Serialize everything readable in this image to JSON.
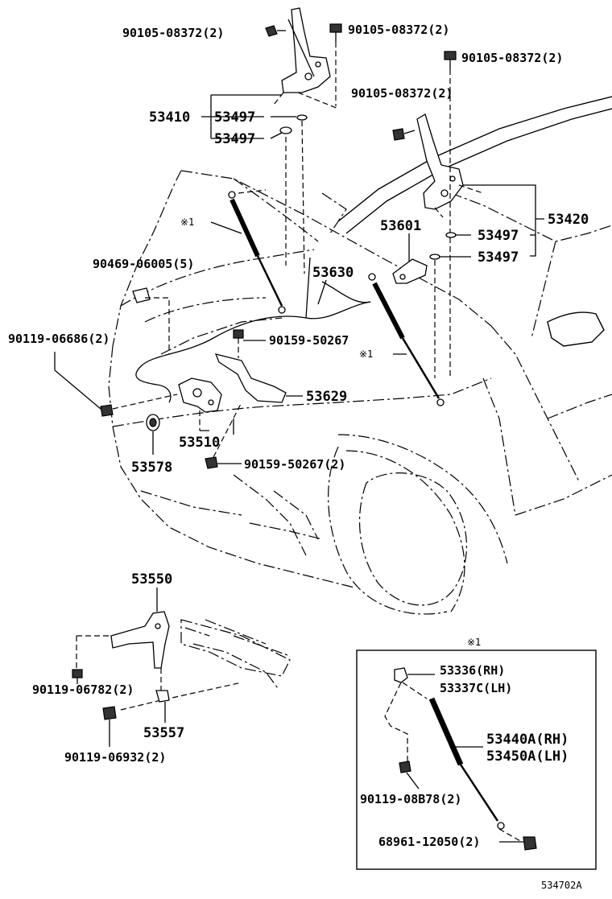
{
  "labels": {
    "bolt_top_left": "90105-08372(2)",
    "bolt_top_mid": "90105-08372(2)",
    "bolt_top_right": "90105-08372(2)",
    "bolt_right_hinge": "90105-08372(2)",
    "hinge_lh": "53410",
    "washer_a": "53497",
    "washer_b": "53497",
    "hinge_rh": "53420",
    "washer_c": "53497",
    "washer_d": "53497",
    "lock_support": "53601",
    "release_cable": "53630",
    "clip": "90469-06005(5)",
    "bolt_left_lock": "90119-06686(2)",
    "screw_lock_upper": "90159-50267",
    "lock_protector": "53629",
    "hood_lock": "53510",
    "cushion": "53578",
    "screw_lock_lower": "90159-50267(2)",
    "ref_strut_left": "※1",
    "ref_strut_right": "※1",
    "lever": "53550",
    "bolt_lever_a": "90119-06782(2)",
    "lever_bracket": "53557",
    "bolt_lever_b": "90119-06932(2)",
    "inset_ref": "※1",
    "ball_rh": "53336(RH)",
    "ball_lh": "53337C(LH)",
    "stay_rh": "53440A(RH)",
    "stay_lh": "53450A(LH)",
    "inset_bolt": "90119-08B78(2)",
    "inset_nut": "68961-12050(2)",
    "diagram_code": "534702A"
  }
}
